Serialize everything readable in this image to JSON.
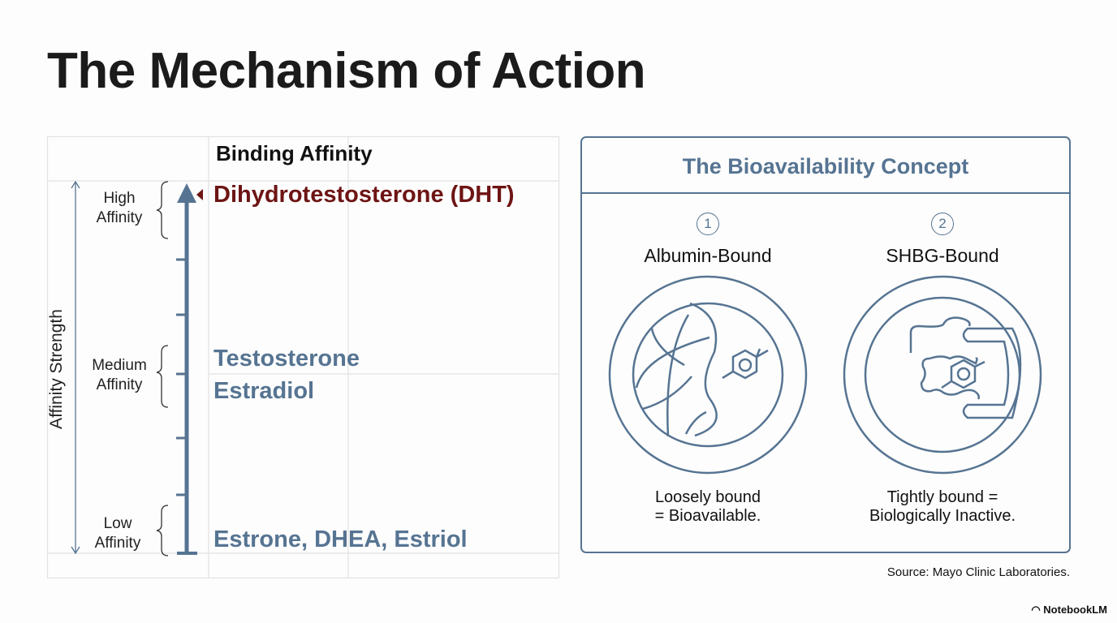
{
  "slide": {
    "title": "The Mechanism of Action",
    "source": "Source: Mayo Clinic Laboratories.",
    "brand": "NotebookLM"
  },
  "affinity_table": {
    "column_header": "Binding Affinity",
    "axis_label": "Affinity Strength",
    "levels": [
      {
        "label_line1": "High",
        "label_line2": "Affinity"
      },
      {
        "label_line1": "Medium",
        "label_line2": "Affinity"
      },
      {
        "label_line1": "Low",
        "label_line2": "Affinity"
      }
    ],
    "hormones": {
      "high": "Dihydrotestosterone (DHT)",
      "medium_1": "Testosterone",
      "medium_2": "Estradiol",
      "low": "Estrone, DHEA, Estriol"
    }
  },
  "bioavailability": {
    "title": "The Bioavailability Concept",
    "items": [
      {
        "number": "1",
        "label": "Albumin-Bound",
        "desc_line1": "Loosely bound",
        "desc_line2": "= Bioavailable."
      },
      {
        "number": "2",
        "label": "SHBG-Bound",
        "desc_line1": "Tightly bound =",
        "desc_line2": "Biologically Inactive."
      }
    ]
  },
  "colors": {
    "accent": "#567492",
    "highlight": "#6e1414",
    "grid": "#e2e2e2"
  }
}
